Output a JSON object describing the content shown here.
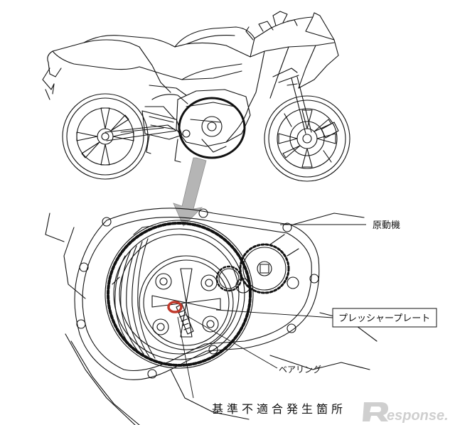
{
  "labels": {
    "engine": "原動機",
    "pressure_plate": "プレッシャープレート",
    "bearing": "ベアリング",
    "defect_location": "基準不適合発生箇所"
  },
  "watermark": {
    "text": "esponse."
  },
  "colors": {
    "line": "#111111",
    "highlight": "#c0392b",
    "arrow": "#b5b5b5",
    "watermark": "#cfcfcf"
  }
}
